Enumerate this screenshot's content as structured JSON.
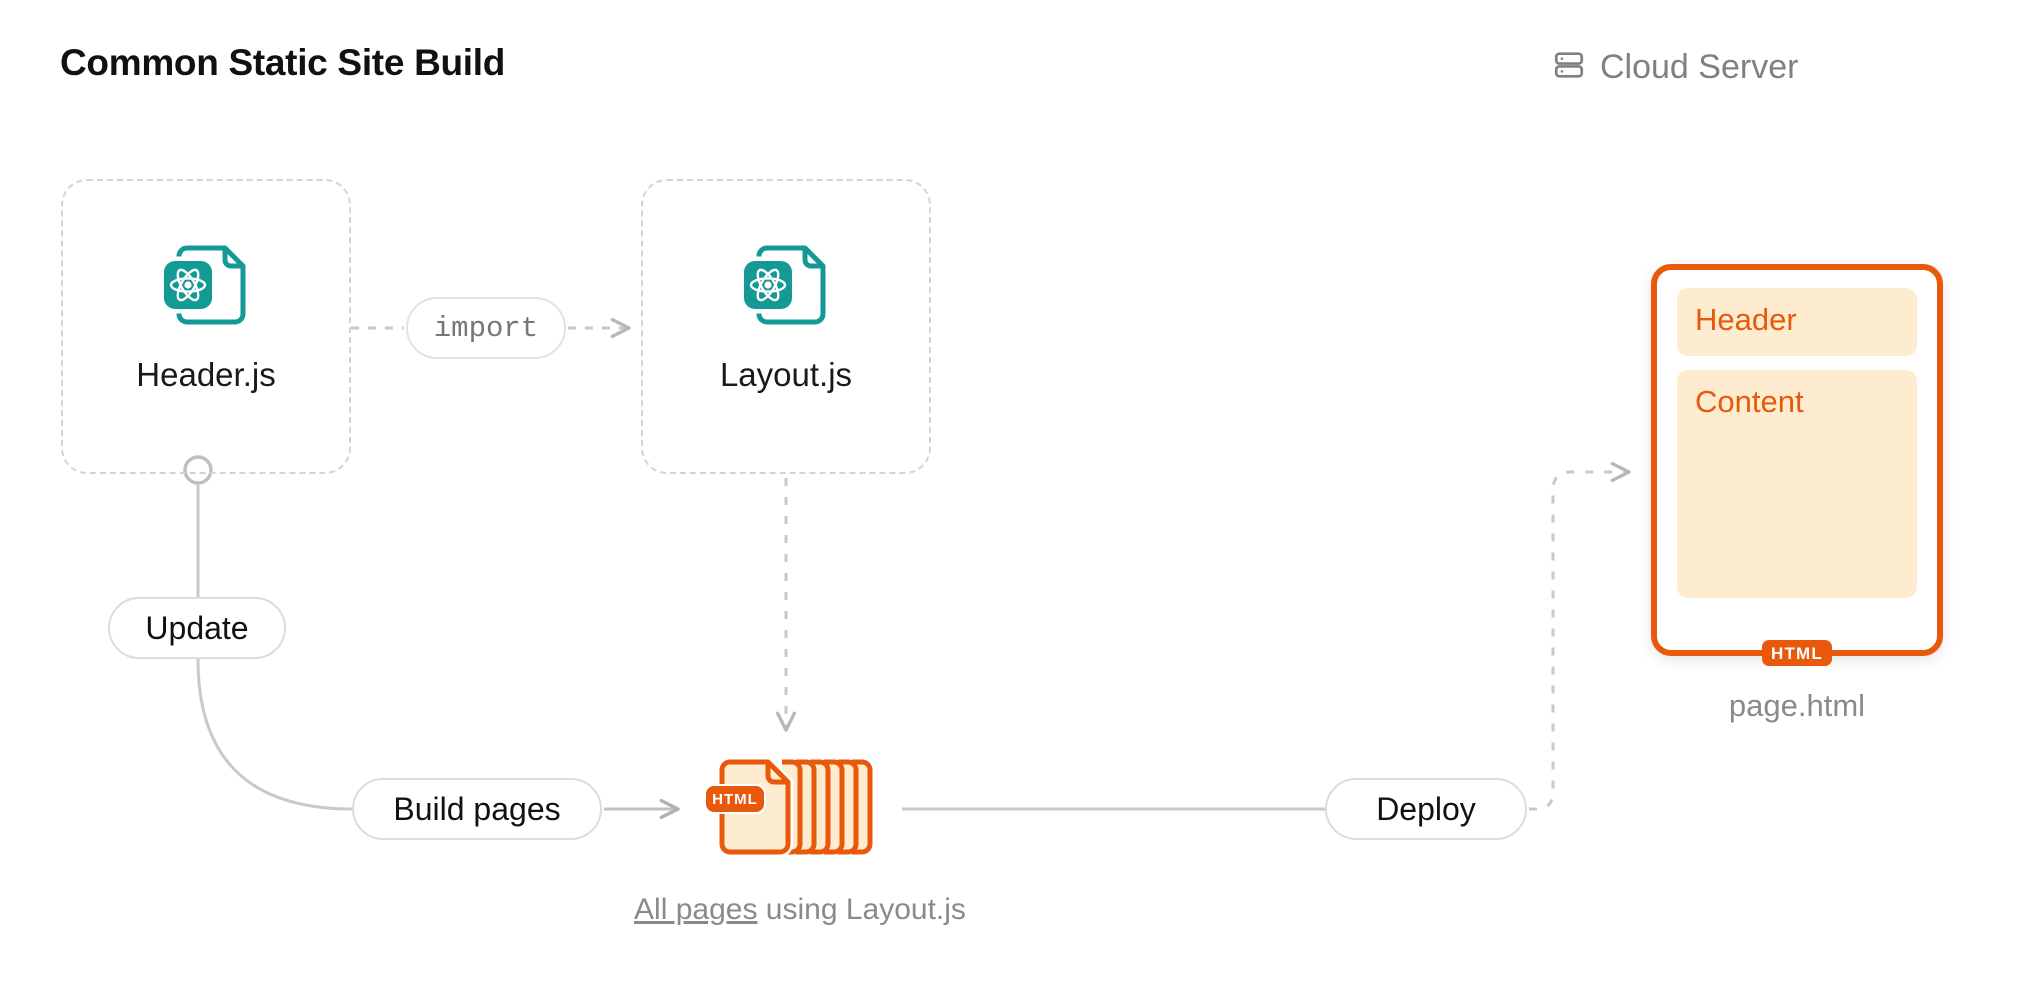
{
  "title": "Common Static Site Build",
  "header_right": {
    "icon": "server-icon",
    "label": "Cloud Server"
  },
  "nodes": {
    "header_js": {
      "icon": "react-js-file-icon",
      "label": "Header.js"
    },
    "layout_js": {
      "icon": "react-js-file-icon",
      "label": "Layout.js"
    },
    "html_stack": {
      "icon": "html-file-stack-icon",
      "badge": "HTML"
    },
    "page_preview": {
      "header_block": "Header",
      "content_block": "Content",
      "badge": "HTML",
      "filename": "page.html"
    }
  },
  "labels": {
    "import": "import",
    "update": "Update",
    "build_pages": "Build pages",
    "deploy": "Deploy"
  },
  "caption": {
    "emphasis": "All pages",
    "rest": " using Layout.js"
  },
  "colors": {
    "teal": "#149a94",
    "orange": "#e8590c",
    "orange_light": "#fdeccf",
    "gray_line": "#c9c9c9",
    "gray_text": "#8a8a8a",
    "dashed_border": "#d4d4d4"
  }
}
